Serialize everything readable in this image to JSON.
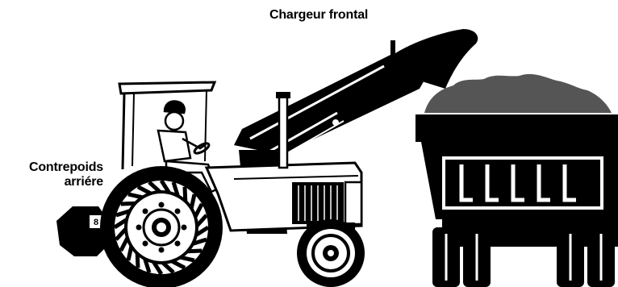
{
  "labels": {
    "front_loader": "Chargeur frontal",
    "rear_counterweight_line1": "Contrepoids",
    "rear_counterweight_line2": "arriére"
  },
  "colors": {
    "ink": "#000000",
    "paper": "#ffffff",
    "soil": "#555555"
  }
}
